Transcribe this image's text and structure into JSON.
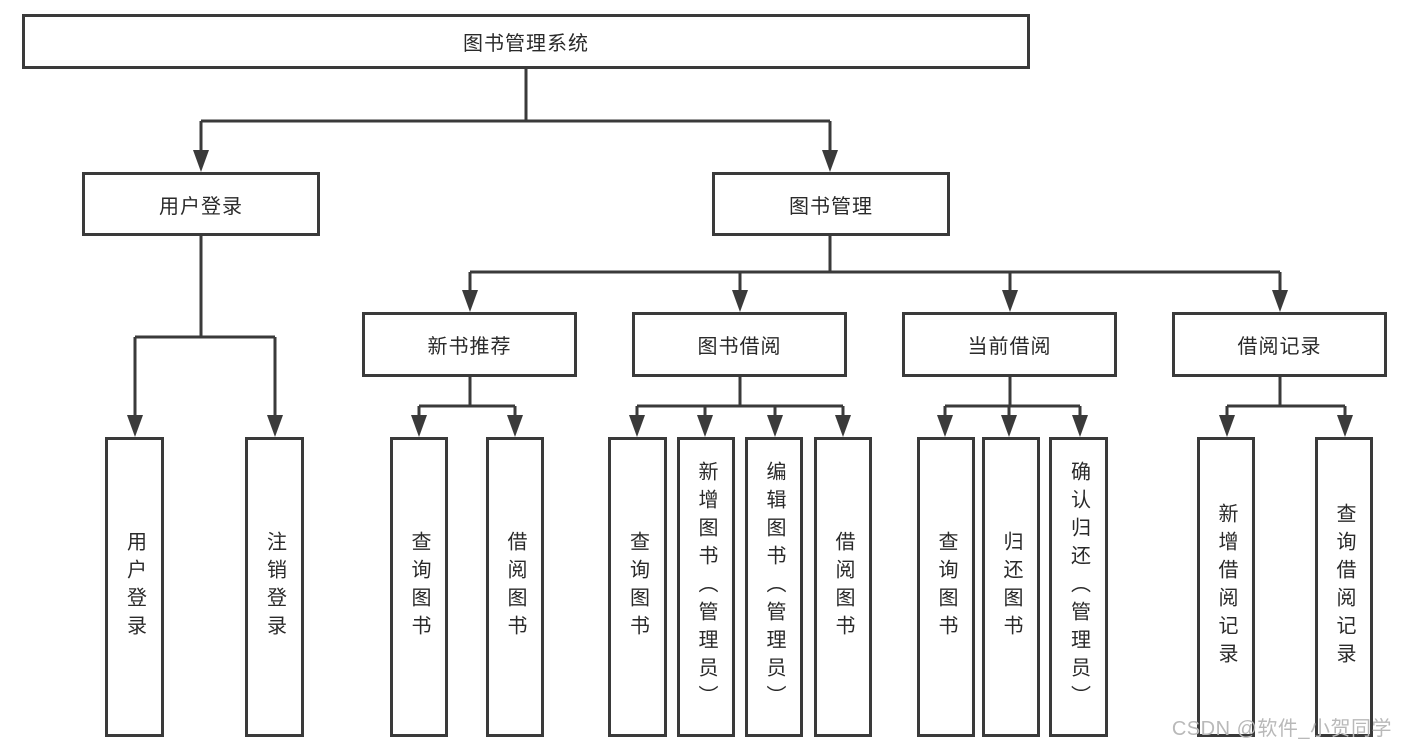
{
  "diagram_title": "图书管理系统",
  "colors": {
    "line": "#3a3a3a",
    "text": "#2a2a2a",
    "box_background": "#ffffff",
    "page_background": "#ffffff",
    "watermark": "#b9b9b9"
  },
  "nodes": {
    "root": "图书管理系统",
    "login_branch": "用户登录",
    "book_mgmt_branch": "图书管理",
    "user_login": "用户登录",
    "logout": "注销登录",
    "new_book_rec": "新书推荐",
    "book_borrow": "图书借阅",
    "current_borrow": "当前借阅",
    "borrow_record": "借阅记录",
    "rec_query_book": "查询图书",
    "rec_borrow_book": "借阅图书",
    "bor_query_book": "查询图书",
    "bor_add_book": "新增图书（管理员）",
    "bor_edit_book": "编辑图书（管理员）",
    "bor_borrow_book": "借阅图书",
    "cur_query_book": "查询图书",
    "cur_return_book": "归还图书",
    "cur_confirm_return": "确认归还（管理员）",
    "recd_add": "新增借阅记录",
    "recd_query": "查询借阅记录"
  },
  "tree": {
    "图书管理系统": {
      "用户登录": [
        "用户登录",
        "注销登录"
      ],
      "图书管理": {
        "新书推荐": [
          "查询图书",
          "借阅图书"
        ],
        "图书借阅": [
          "查询图书",
          "新增图书（管理员）",
          "编辑图书（管理员）",
          "借阅图书"
        ],
        "当前借阅": [
          "查询图书",
          "归还图书",
          "确认归还（管理员）"
        ],
        "借阅记录": [
          "新增借阅记录",
          "查询借阅记录"
        ]
      }
    }
  },
  "watermark": "CSDN @软件_小贺同学"
}
